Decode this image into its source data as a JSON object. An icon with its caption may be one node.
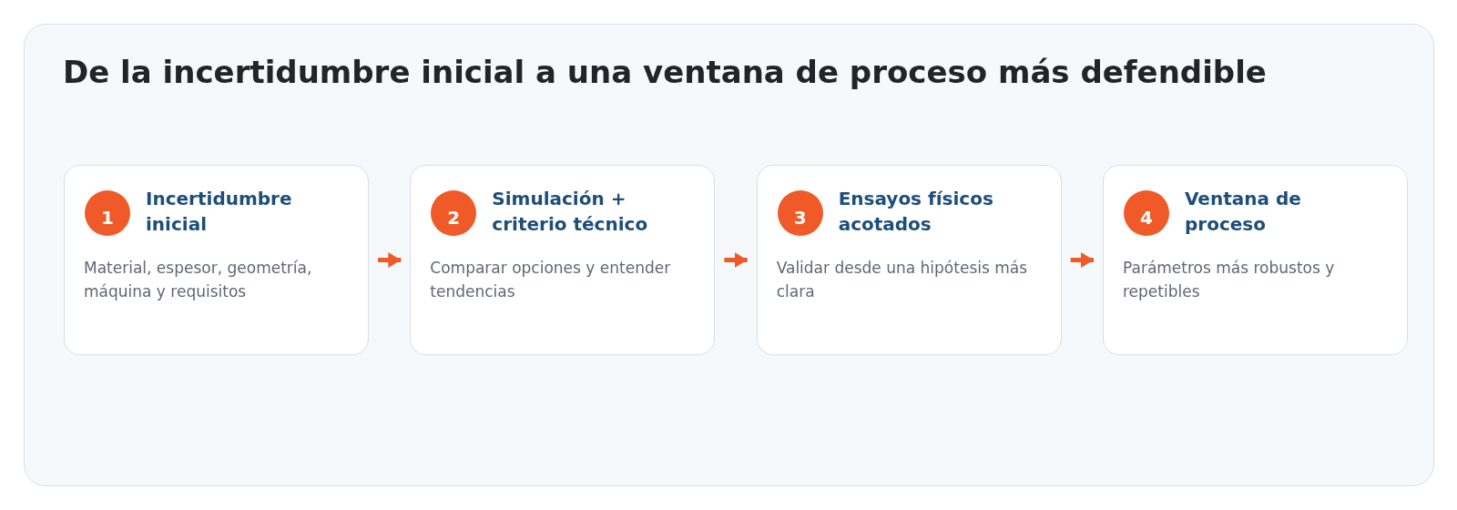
{
  "diagram": {
    "title": "De la incertidumbre inicial a una ventana de proceso más defendible",
    "nodes": [
      {
        "text": [
          "Incertidumbre inicial",
          "Material, espesor, geometría, máquina y requisitos"
        ]
      },
      {
        "text": [
          "1"
        ],
        "in": 0
      },
      {
        "text": [
          "Simulación + criterio técnico",
          "Comparar opciones y entender tendencias"
        ]
      },
      {
        "text": [
          "2"
        ],
        "in": 2
      },
      {
        "text": [
          "Ensayos físicos acotados",
          "Validar desde una hipótesis más clara"
        ]
      },
      {
        "text": [
          "3"
        ],
        "in": 4
      },
      {
        "text": [
          "Ventana de proceso",
          "Parámetros más robustos y repetibles"
        ]
      },
      {
        "text": [
          "4"
        ],
        "in": 6
      }
    ],
    "edges": [
      {
        "from": 0,
        "to": 2,
        "arrow": "to"
      },
      {
        "from": 2,
        "to": 4,
        "arrow": "to"
      },
      {
        "from": 4,
        "to": 6,
        "arrow": "to"
      }
    ]
  }
}
